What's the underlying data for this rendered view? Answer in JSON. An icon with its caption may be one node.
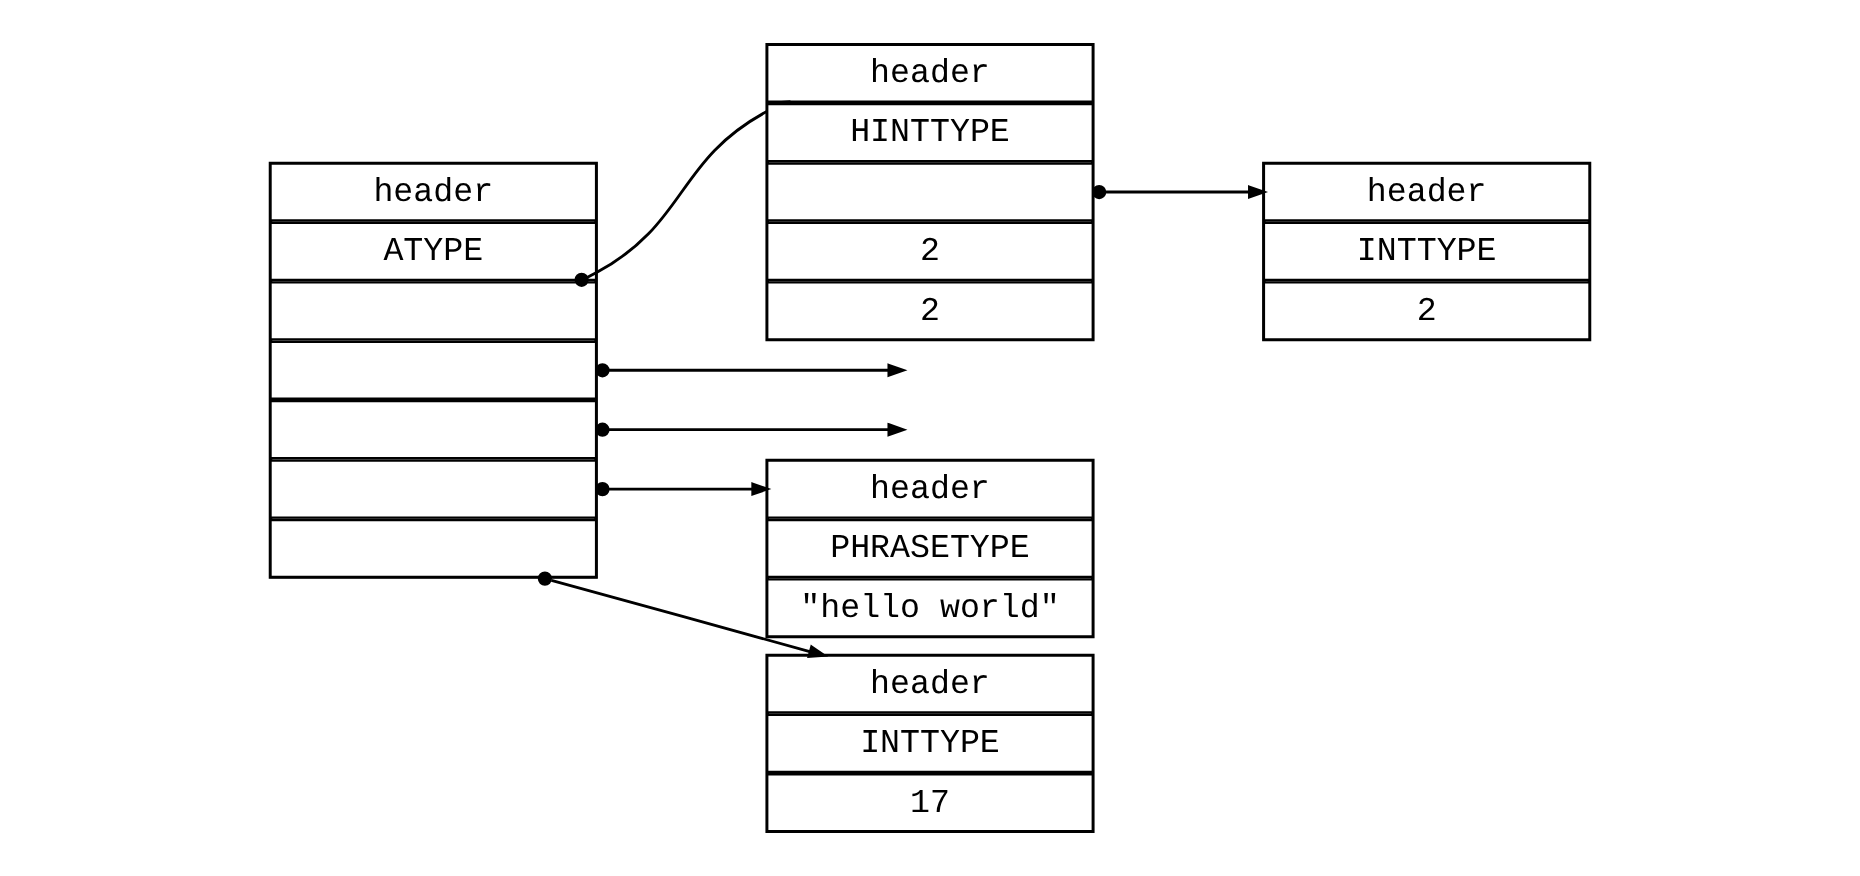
{
  "diagram": {
    "nodes": [
      {
        "text": [],
        "shape": "box"
      },
      {
        "text": [
          "header"
        ],
        "in": 0
      },
      {
        "text": [
          "ATYPE"
        ],
        "in": 0
      },
      {
        "text": [],
        "shape": "box",
        "in": 0
      },
      {
        "text": [],
        "shape": "box",
        "in": 0
      },
      {
        "text": [],
        "shape": "box",
        "in": 0
      },
      {
        "text": [],
        "shape": "box",
        "in": 0
      },
      {
        "text": [],
        "shape": "box",
        "in": 0
      },
      {
        "text": [],
        "shape": "box"
      },
      {
        "text": [
          "header"
        ],
        "in": 8
      },
      {
        "text": [
          "HINTTYPE"
        ],
        "in": 8
      },
      {
        "text": [],
        "shape": "box",
        "in": 8
      },
      {
        "text": [
          "2"
        ],
        "in": 8
      },
      {
        "text": [
          "2"
        ],
        "in": 8
      },
      {
        "text": [],
        "shape": "box"
      },
      {
        "text": [
          "header"
        ],
        "in": 14
      },
      {
        "text": [
          "INTTYPE"
        ],
        "in": 14
      },
      {
        "text": [
          "2"
        ],
        "in": 14
      },
      {
        "text": [],
        "shape": "box"
      },
      {
        "text": [
          "header"
        ],
        "in": 18
      },
      {
        "text": [
          "INTTYPE"
        ],
        "in": 18
      },
      {
        "text": [
          "17"
        ],
        "in": 18
      },
      {
        "text": [],
        "shape": "box"
      },
      {
        "text": [
          "header"
        ],
        "in": 22
      },
      {
        "text": [
          "PHRASETYPE"
        ],
        "in": 22
      },
      {
        "text": [
          "\"hello world\""
        ],
        "in": 22
      }
    ],
    "edges": [
      {
        "from": 3,
        "to": 9,
        "arrow": "to"
      },
      {
        "from": 4,
        "to": null,
        "arrow": "to"
      },
      {
        "from": 5,
        "to": null,
        "arrow": "to"
      },
      {
        "from": 11,
        "to": 15,
        "arrow": "to"
      },
      {
        "from": 6,
        "to": 23,
        "arrow": "to"
      },
      {
        "from": 7,
        "to": 19,
        "arrow": "to"
      }
    ]
  }
}
